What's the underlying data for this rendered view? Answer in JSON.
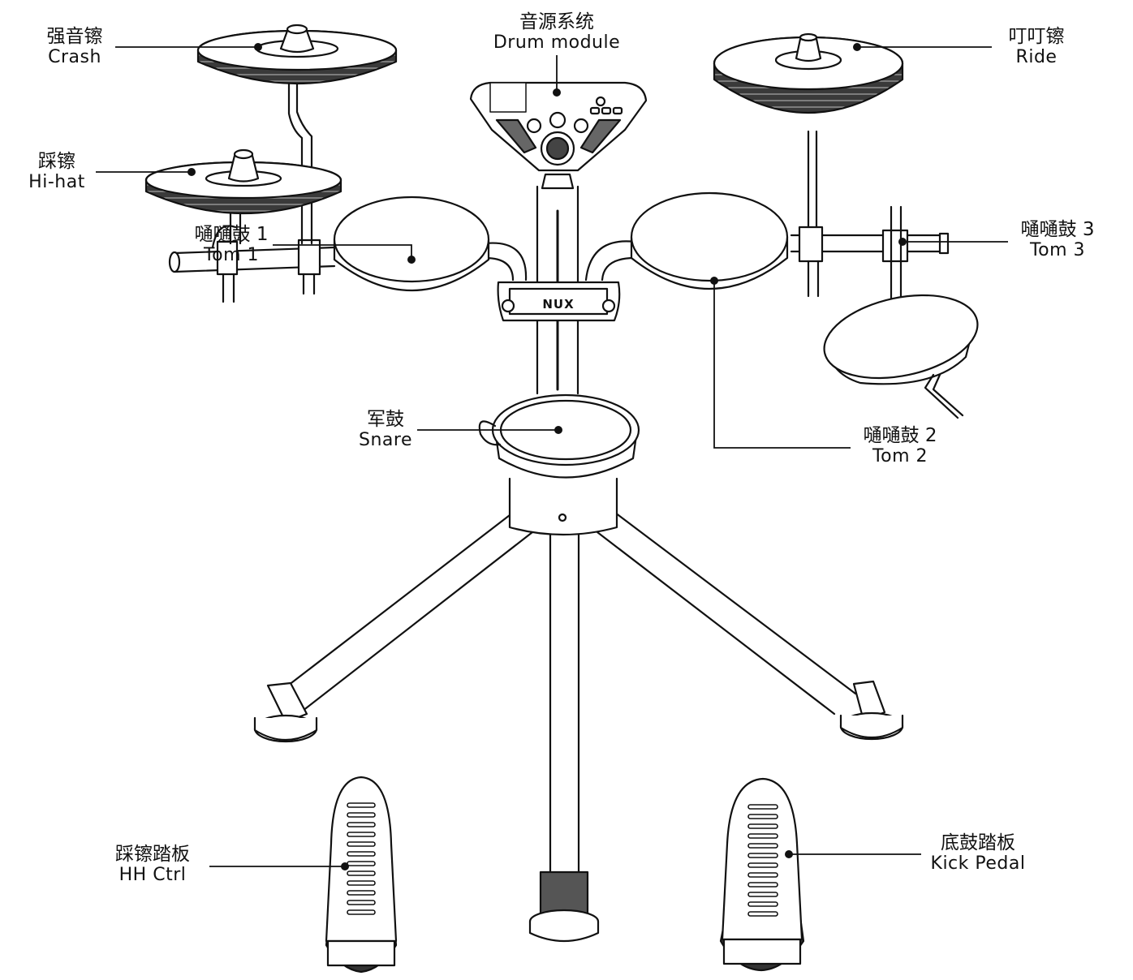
{
  "brand": "NUX",
  "parts": {
    "crash": {
      "zh": "强音镲",
      "en": "Crash"
    },
    "hihat": {
      "zh": "踩镲",
      "en": "Hi-hat"
    },
    "module": {
      "zh": "音源系统",
      "en": "Drum module"
    },
    "ride": {
      "zh": "叮叮镲",
      "en": "Ride"
    },
    "tom1": {
      "zh": "嗵嗵鼓 1",
      "en": "Tom 1"
    },
    "tom2": {
      "zh": "嗵嗵鼓 2",
      "en": "Tom 2"
    },
    "tom3": {
      "zh": "嗵嗵鼓 3",
      "en": "Tom 3"
    },
    "snare": {
      "zh": "军鼓",
      "en": "Snare"
    },
    "hh_ctrl": {
      "zh": "踩镲踏板",
      "en": "HH Ctrl"
    },
    "kick": {
      "zh": "底鼓踏板",
      "en": "Kick Pedal"
    }
  }
}
